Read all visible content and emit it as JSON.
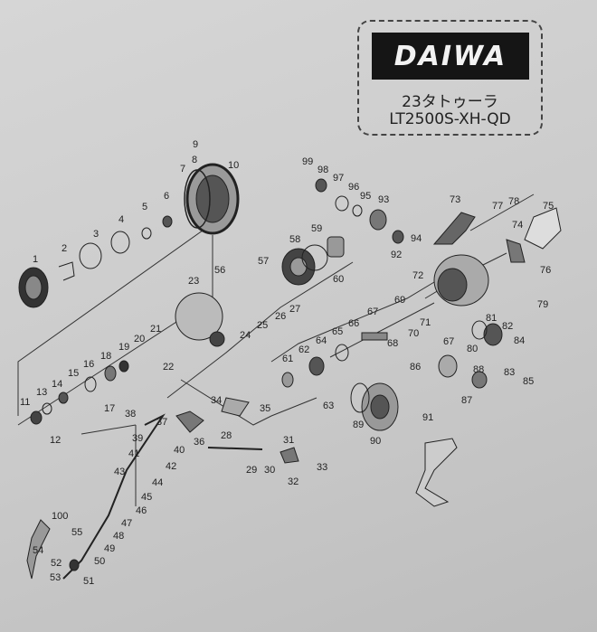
{
  "brand": {
    "logo_text": "DAIWA",
    "model_name": "23タトゥーラ",
    "model_code": "LT2500S-XH-QD"
  },
  "part_numbers": [
    "1",
    "2",
    "3",
    "4",
    "5",
    "6",
    "7",
    "8",
    "9",
    "10",
    "11",
    "12",
    "13",
    "14",
    "15",
    "16",
    "17",
    "18",
    "19",
    "20",
    "21",
    "22",
    "23",
    "24",
    "25",
    "26",
    "27",
    "28",
    "29",
    "30",
    "31",
    "32",
    "33",
    "34",
    "35",
    "36",
    "37",
    "38",
    "39",
    "40",
    "41",
    "42",
    "43",
    "44",
    "45",
    "46",
    "47",
    "48",
    "49",
    "50",
    "51",
    "52",
    "53",
    "54",
    "55",
    "56",
    "57",
    "58",
    "59",
    "60",
    "61",
    "62",
    "63",
    "64",
    "65",
    "66",
    "67",
    "67",
    "68",
    "69",
    "70",
    "71",
    "72",
    "73",
    "74",
    "75",
    "76",
    "77",
    "78",
    "79",
    "80",
    "81",
    "82",
    "83",
    "84",
    "85",
    "86",
    "87",
    "88",
    "89",
    "90",
    "91",
    "92",
    "93",
    "94",
    "95",
    "96",
    "97",
    "98",
    "99",
    "100"
  ],
  "icons": {
    "logo": "daiwa-logo"
  }
}
